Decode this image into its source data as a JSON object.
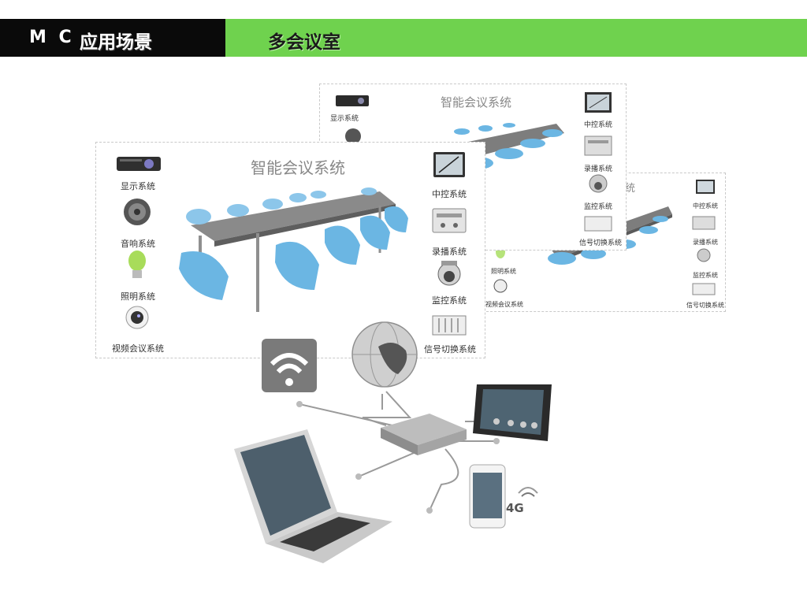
{
  "header": {
    "brand": "M C",
    "section": "应用场景",
    "title": "多会议室",
    "colors": {
      "dark_bar": "#0a0a0a",
      "accent_bar": "#6fd24e"
    }
  },
  "panel_front": {
    "title": "智能会议系统",
    "left_items": [
      {
        "icon": "projector-icon",
        "label": "显示系统"
      },
      {
        "icon": "speaker-icon",
        "label": "音响系统"
      },
      {
        "icon": "light-bulb-icon",
        "label": "照明系统"
      },
      {
        "icon": "webcam-icon",
        "label": "视频会议系统"
      }
    ],
    "right_items": [
      {
        "icon": "touch-panel-icon",
        "label": "中控系统"
      },
      {
        "icon": "recorder-icon",
        "label": "录播系统"
      },
      {
        "icon": "dome-camera-icon",
        "label": "监控系统"
      },
      {
        "icon": "mixer-icon",
        "label": "信号切换系统"
      }
    ]
  },
  "panel_middle": {
    "title": "智能会议系统",
    "left_items": [
      {
        "label": "显示系统"
      }
    ],
    "right_items": [
      {
        "label": "中控系统"
      },
      {
        "label": "录播系统"
      },
      {
        "label": "监控系统"
      },
      {
        "label": "信号切换系统"
      }
    ]
  },
  "panel_back": {
    "title_fragment": "统",
    "left_items": [
      {
        "label": "照明系统"
      },
      {
        "label": "视频会议系统"
      }
    ],
    "right_items": [
      {
        "label": "中控系统"
      },
      {
        "label": "录播系统"
      },
      {
        "label": "监控系统"
      },
      {
        "label": "信号切换系统"
      }
    ]
  },
  "network": {
    "nodes": [
      "wifi-icon",
      "globe-icon",
      "controller-box",
      "tablet",
      "laptop",
      "smartphone"
    ],
    "badge": "4G"
  }
}
